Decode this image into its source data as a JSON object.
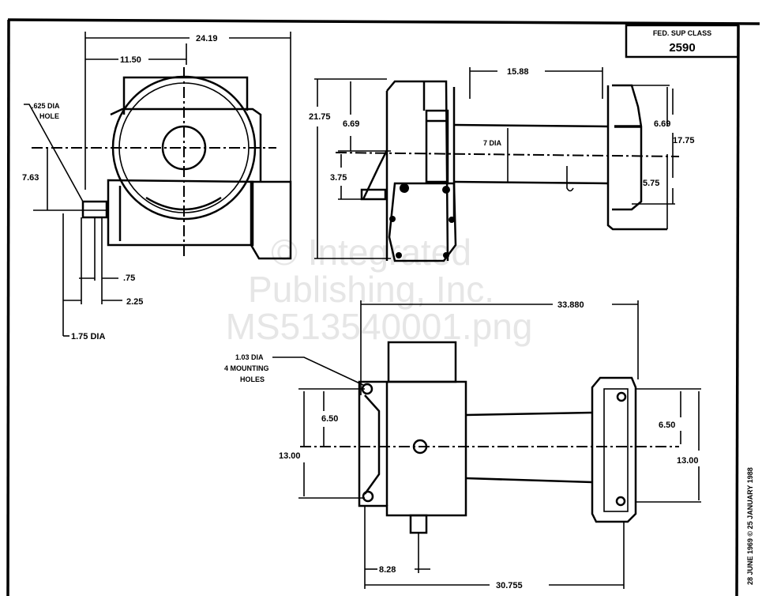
{
  "title_block": {
    "label": "FED. SUP CLASS",
    "value": "2590"
  },
  "revision_strip": {
    "text": "28 JUNE 1969  ©  25 JANUARY 1988"
  },
  "end_view": {
    "overall_width": "24.19",
    "center_offset": "11.50",
    "hole_label_1": ".625 DIA",
    "hole_label_2": "HOLE",
    "height_to_center": "7.63",
    "dim_075": ".75",
    "dim_225": "2.25",
    "shaft_dia": "1.75 DIA"
  },
  "side_view": {
    "overall_height": "21.75",
    "upper_height": "6.69",
    "lower_height": "3.75",
    "drum_length": "15.88",
    "drum_dia": "7 DIA",
    "right_upper": "6.69",
    "right_overall": "17.75",
    "right_lower": "5.75"
  },
  "plan_view": {
    "overall_length": "33.880",
    "hole_label_1": "1.03 DIA",
    "hole_label_2": "4 MOUNTING",
    "hole_label_3": "HOLES",
    "left_half": "6.50",
    "left_total": "13.00",
    "right_half": "6.50",
    "right_total": "13.00",
    "offset": "8.28",
    "base_length": "30.755"
  },
  "watermark": [
    "© Integrated",
    "Publishing, Inc.",
    "MS513540001.png"
  ]
}
